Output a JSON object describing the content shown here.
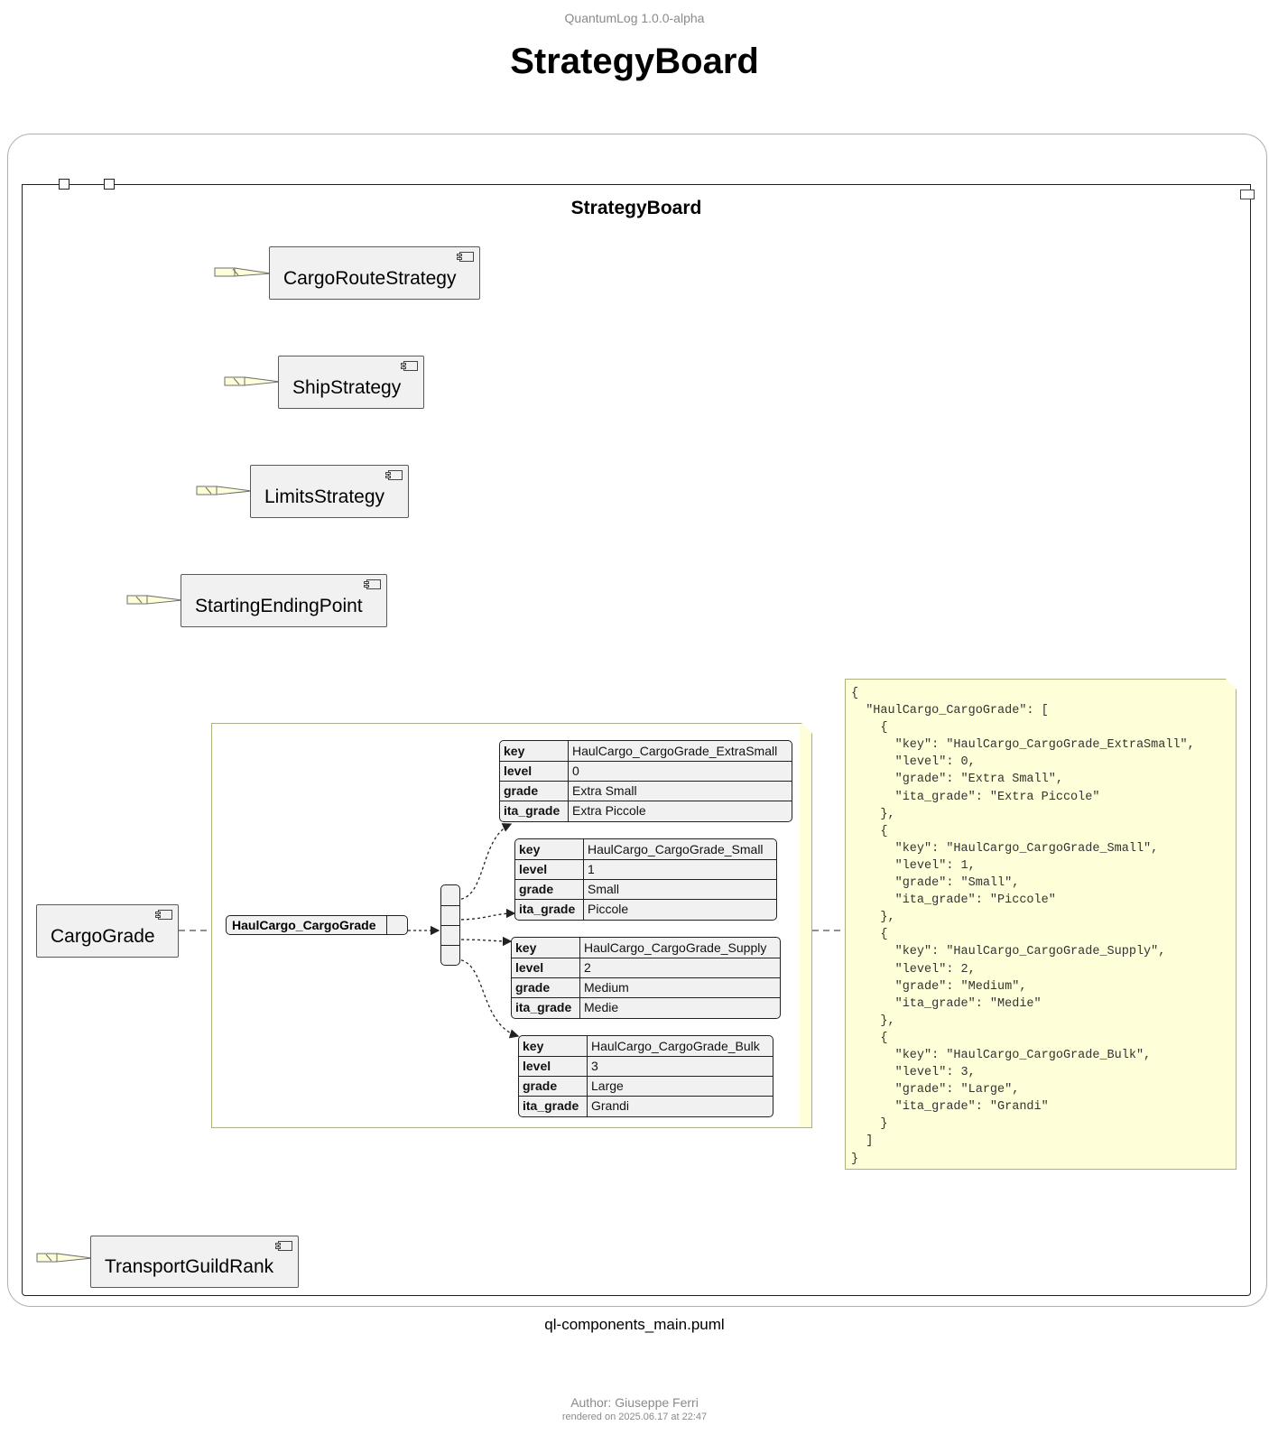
{
  "header": {
    "version": "QuantumLog 1.0.0-alpha",
    "title": "StrategyBoard"
  },
  "package": {
    "title": "StrategyBoard"
  },
  "components": {
    "cargo_route_strategy": "CargoRouteStrategy",
    "ship_strategy": "ShipStrategy",
    "limits_strategy": "LimitsStrategy",
    "starting_ending_point": "StartingEndingPoint",
    "cargo_grade": "CargoGrade",
    "transport_guild_rank": "TransportGuildRank"
  },
  "json_diagram": {
    "root_label": "HaulCargo_CargoGrade",
    "entries": [
      {
        "key_label": "key",
        "key": "HaulCargo_CargoGrade_ExtraSmall",
        "level_label": "level",
        "level": "0",
        "grade_label": "grade",
        "grade": "Extra Small",
        "ita_label": "ita_grade",
        "ita_grade": "Extra Piccole"
      },
      {
        "key_label": "key",
        "key": "HaulCargo_CargoGrade_Small",
        "level_label": "level",
        "level": "1",
        "grade_label": "grade",
        "grade": "Small",
        "ita_label": "ita_grade",
        "ita_grade": "Piccole"
      },
      {
        "key_label": "key",
        "key": "HaulCargo_CargoGrade_Supply",
        "level_label": "level",
        "level": "2",
        "grade_label": "grade",
        "grade": "Medium",
        "ita_label": "ita_grade",
        "ita_grade": "Medie"
      },
      {
        "key_label": "key",
        "key": "HaulCargo_CargoGrade_Bulk",
        "level_label": "level",
        "level": "3",
        "grade_label": "grade",
        "grade": "Large",
        "ita_label": "ita_grade",
        "ita_grade": "Grandi"
      }
    ]
  },
  "json_note_text": "{\n  \"HaulCargo_CargoGrade\": [\n    {\n      \"key\": \"HaulCargo_CargoGrade_ExtraSmall\",\n      \"level\": 0,\n      \"grade\": \"Extra Small\",\n      \"ita_grade\": \"Extra Piccole\"\n    },\n    {\n      \"key\": \"HaulCargo_CargoGrade_Small\",\n      \"level\": 1,\n      \"grade\": \"Small\",\n      \"ita_grade\": \"Piccole\"\n    },\n    {\n      \"key\": \"HaulCargo_CargoGrade_Supply\",\n      \"level\": 2,\n      \"grade\": \"Medium\",\n      \"ita_grade\": \"Medie\"\n    },\n    {\n      \"key\": \"HaulCargo_CargoGrade_Bulk\",\n      \"level\": 3,\n      \"grade\": \"Large\",\n      \"ita_grade\": \"Grandi\"\n    }\n  ]\n}",
  "caption": "ql-components_main.puml",
  "footer": {
    "author": "Author: Giuseppe Ferri",
    "rendered": "rendered on 2025.06.17 at 22:47"
  },
  "colors": {
    "note_fill": "#fefed8",
    "note_border": "#b1b17c",
    "component_fill": "#f1f1f1",
    "line": "#222222"
  }
}
